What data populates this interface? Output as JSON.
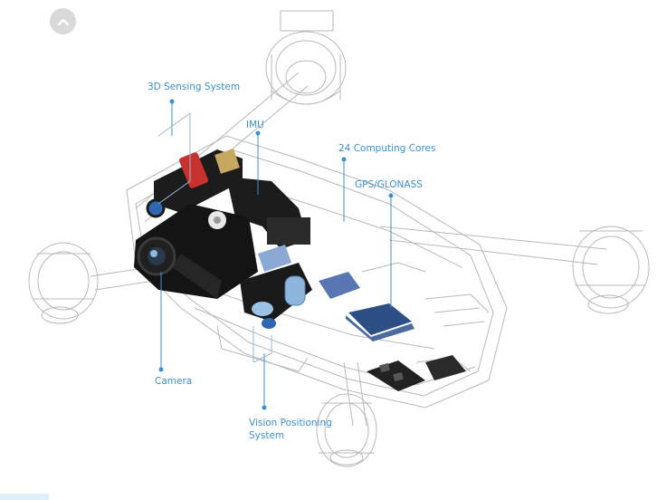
{
  "colors": {
    "accent": "#3a8fd0",
    "wire": "#b4b4b4",
    "dark": "#1c1c1c",
    "board": "#2d4f86"
  },
  "scroll_top": {
    "icon": "chevron-up-icon"
  },
  "callouts": {
    "sensing": "3D Sensing System",
    "imu": "IMU",
    "cores": "24 Computing Cores",
    "gps": "GPS/GLONASS",
    "camera": "Camera",
    "vision_line1": "Vision Positioning",
    "vision_line2": "System"
  }
}
